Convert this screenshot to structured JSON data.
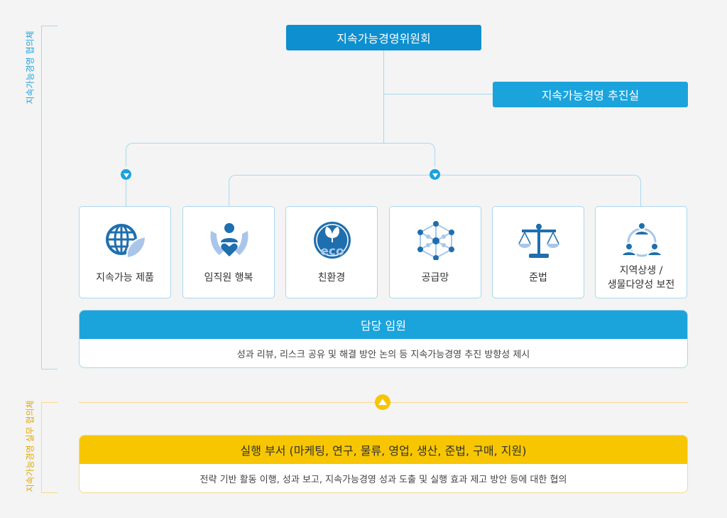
{
  "side_labels": {
    "council": "지속가능경영 협의체",
    "working_council": "지속가능경영 실무 협의체"
  },
  "committee": "지속가능경영위원회",
  "promotion_office": "지속가능경영 추진실",
  "categories": [
    {
      "label": "지속가능 제품",
      "icon": "globe-leaf-icon"
    },
    {
      "label": "임직원 행복",
      "icon": "hands-person-heart-icon"
    },
    {
      "label": "친환경",
      "icon": "eco-badge-icon"
    },
    {
      "label": "공급망",
      "icon": "network-hexagon-icon"
    },
    {
      "label": "준법",
      "icon": "scales-icon"
    },
    {
      "label": "지역상생 /\n생물다양성 보전",
      "icon": "people-cycle-icon"
    }
  ],
  "executive": {
    "title": "담당 임원",
    "description": "성과 리뷰, 리스크 공유 및 해결 방안 논의 등 지속가능경영 추진 방향성 제시"
  },
  "execution": {
    "title": "실행 부서 (마케팅, 연구, 물류, 영업, 생산, 준법, 구매, 지원)",
    "description": "전략 기반 활동 이행, 성과 보고, 지속가능경영 성과 도출 및 실행 효과 제고 방안 등에 대한 협의"
  },
  "colors": {
    "blue": "#1ba3dc",
    "dark_blue": "#0e8fcf",
    "light_blue": "#a8d8ee",
    "icon_blue": "#1f6fae",
    "icon_light": "#a9c6ea",
    "yellow": "#f7c600",
    "light_yellow": "#f5d98a"
  }
}
